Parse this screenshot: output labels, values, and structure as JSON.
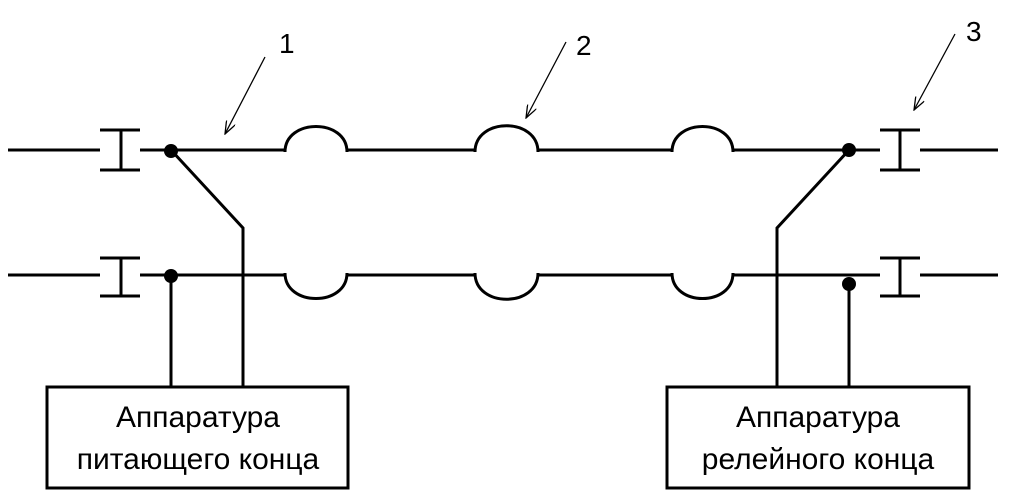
{
  "callouts": [
    {
      "label": "1"
    },
    {
      "label": "2"
    },
    {
      "label": "3"
    }
  ],
  "boxes": {
    "feed": {
      "line1": "Аппаратура",
      "line2": "питающего конца"
    },
    "relay": {
      "line1": "Аппаратура",
      "line2": "релейного конца"
    }
  }
}
